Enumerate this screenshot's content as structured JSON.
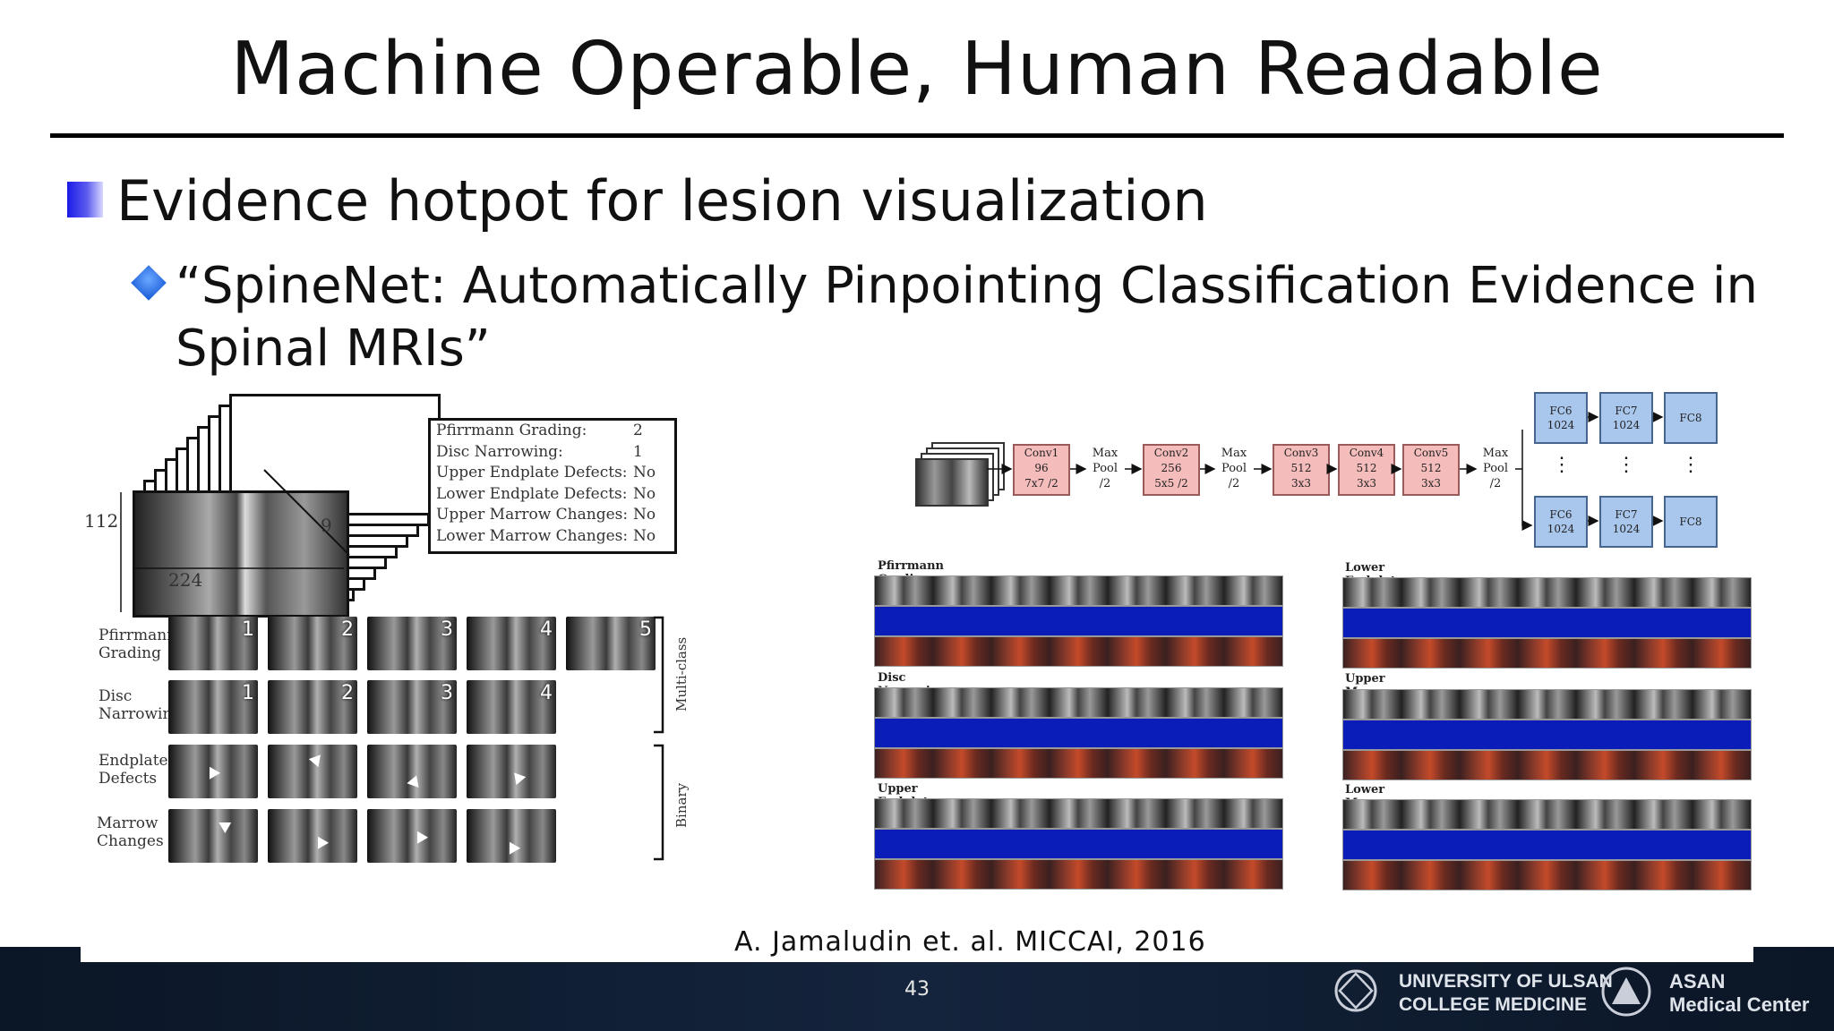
{
  "slide": {
    "title": "Machine Operable, Human Readable",
    "bullet1": "Evidence hotpot for lesion visualization",
    "bullet2": "“SpineNet: Automatically Pinpointing Classification Evidence in Spinal MRIs”",
    "citation": "A. Jamaludin et. al. MICCAI, 2016",
    "page_number": "43"
  },
  "figure_left": {
    "dim_height": "112",
    "dim_width": "224",
    "dim_depth": "9",
    "labels": [
      {
        "name": "Pfirrmann Grading:",
        "value": "2"
      },
      {
        "name": "Disc Narrowing:",
        "value": "1"
      },
      {
        "name": "Upper Endplate Defects:",
        "value": "No"
      },
      {
        "name": "Lower Endplate Defects:",
        "value": "No"
      },
      {
        "name": "Upper Marrow Changes:",
        "value": "No"
      },
      {
        "name": "Lower Marrow Changes:",
        "value": "No"
      }
    ],
    "rows": [
      {
        "label_1": "Pfirrmann",
        "label_2": "Grading",
        "numbers": [
          "1",
          "2",
          "3",
          "4",
          "5"
        ]
      },
      {
        "label_1": "Disc",
        "label_2": "Narrowing",
        "numbers": [
          "1",
          "2",
          "3",
          "4"
        ]
      },
      {
        "label_1": "Endplate",
        "label_2": "Defects",
        "numbers": []
      },
      {
        "label_1": "Marrow",
        "label_2": "Changes",
        "numbers": []
      }
    ],
    "bracket_multiclass": "Multi-class",
    "bracket_binary": "Binary"
  },
  "architecture": {
    "convs": [
      {
        "l1": "Conv1",
        "l2": "96",
        "l3": "7x7 /2"
      },
      {
        "l1": "Conv2",
        "l2": "256",
        "l3": "5x5 /2"
      },
      {
        "l1": "Conv3",
        "l2": "512",
        "l3": "3x3"
      },
      {
        "l1": "Conv4",
        "l2": "512",
        "l3": "3x3"
      },
      {
        "l1": "Conv5",
        "l2": "512",
        "l3": "3x3"
      }
    ],
    "pool_l1": "Max",
    "pool_l2": "Pool",
    "pool_l3": "/2",
    "fc6_l1": "FC6",
    "fc6_l2": "1024",
    "fc7_l1": "FC7",
    "fc7_l2": "1024",
    "fc8": "FC8"
  },
  "panels": [
    "Pfirrmann Grading",
    "Disc Narrowing",
    "Upper Endplate Defect",
    "Lower Endplate Defect",
    "Upper Marrow Change",
    "Lower Marrow Change"
  ],
  "footer": {
    "uni_line1": "UNIVERSITY OF ULSAN",
    "uni_line2": "COLLEGE MEDICINE",
    "asan_line1": "ASAN",
    "asan_line2": "Medical Center"
  }
}
